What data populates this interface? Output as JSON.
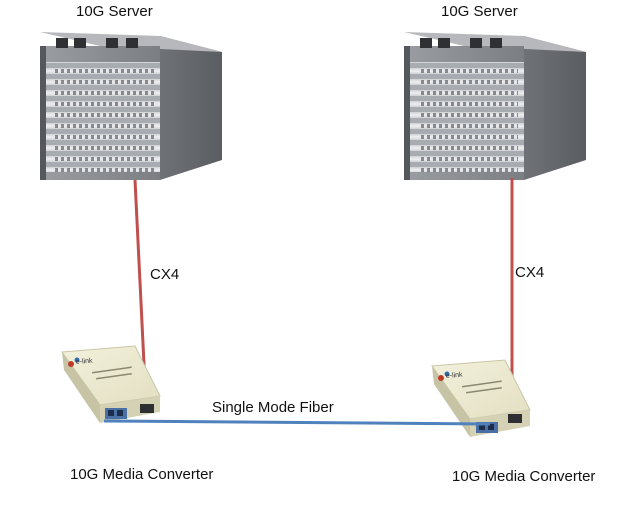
{
  "labels": {
    "server_left": "10G Server",
    "server_right": "10G Server",
    "cable_left": "CX4",
    "cable_right": "CX4",
    "fiber": "Single Mode Fiber",
    "converter_left": "10G Media Converter",
    "converter_right": "10G Media Converter",
    "brand_left": "e-link",
    "brand_right": "e-link"
  },
  "colors": {
    "cx4_cable": "#c0504d",
    "fiber_cable": "#4f81bd",
    "server_body": "#8a8d92",
    "converter_body": "#e8e6cf"
  }
}
